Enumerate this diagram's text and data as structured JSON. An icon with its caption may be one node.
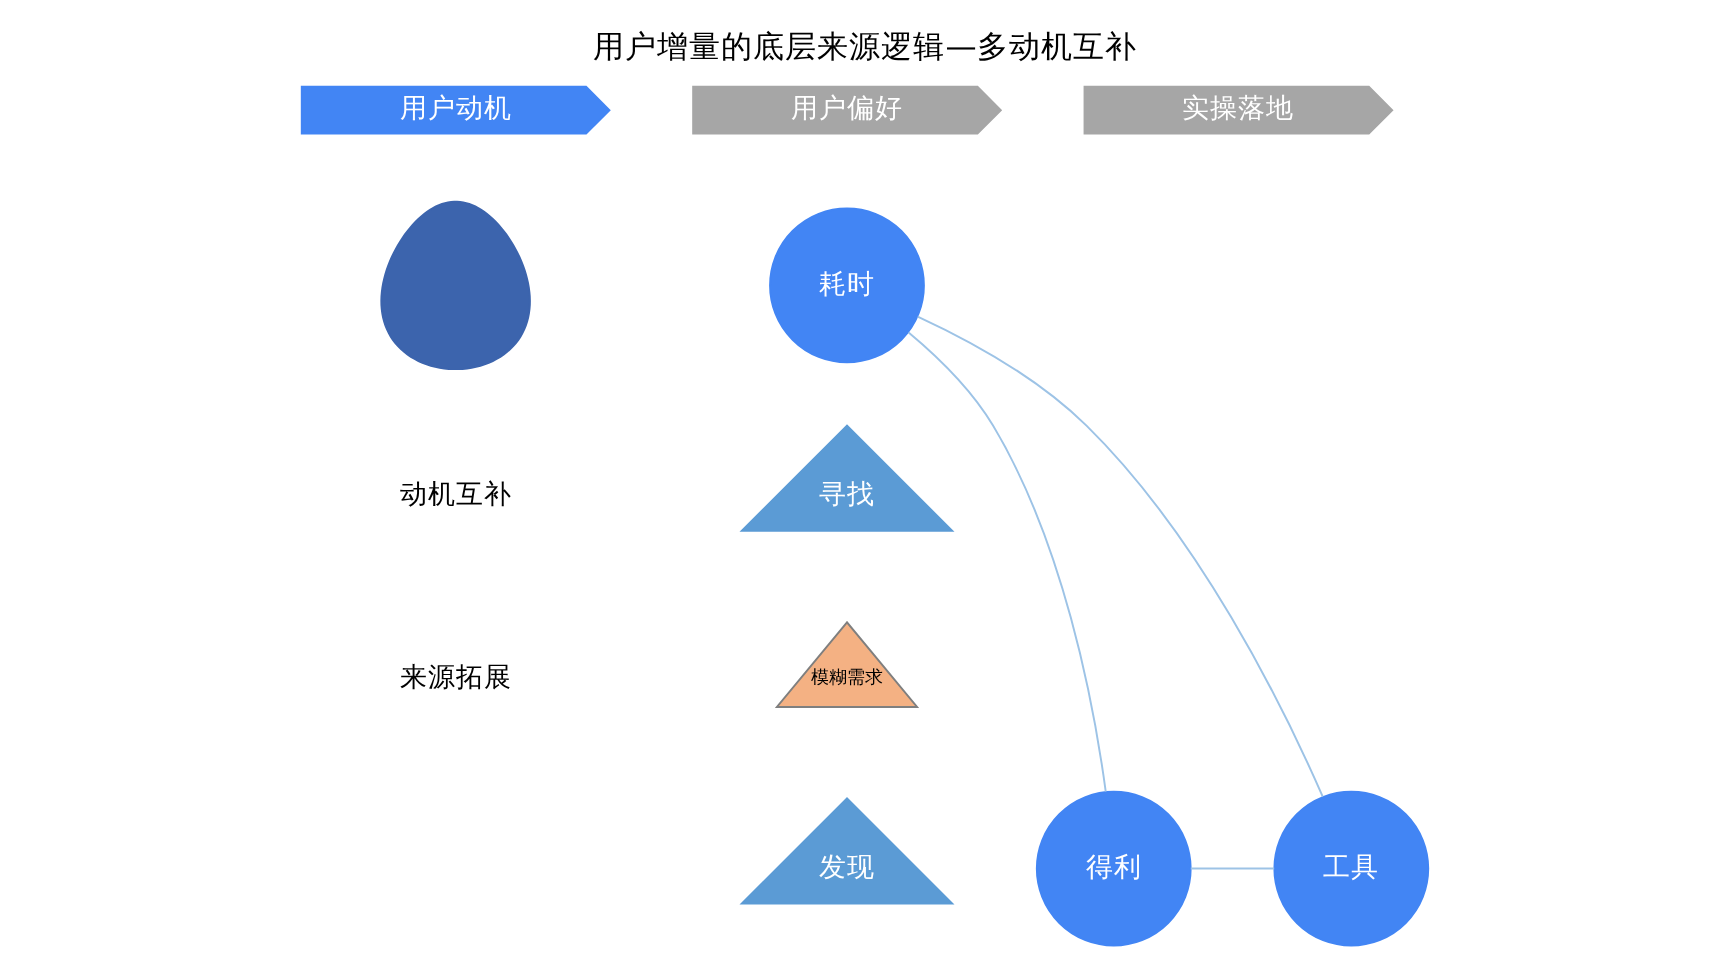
{
  "diagram": {
    "title": "用户增量的底层来源逻辑—多动机互补",
    "nodes": [
      {
        "text": [
          "用户动机"
        ]
      },
      {
        "text": [
          "用户偏好"
        ]
      },
      {
        "text": [
          "实操落地"
        ]
      },
      {
        "text": [],
        "shape": "person"
      },
      {
        "text": [
          "耗时"
        ]
      },
      {
        "text": [
          "寻找"
        ]
      },
      {
        "text": [
          "模糊需求"
        ]
      },
      {
        "text": [
          "发现"
        ]
      },
      {
        "text": [
          "得利"
        ]
      },
      {
        "text": [
          "工具"
        ]
      }
    ],
    "edges": [
      {
        "from": 4,
        "to": 8,
        "arrow": "none"
      },
      {
        "from": 4,
        "to": 9,
        "arrow": "none"
      },
      {
        "from": 8,
        "to": 9,
        "arrow": "none"
      }
    ],
    "labels": [
      "动机互补",
      "来源拓展"
    ]
  }
}
